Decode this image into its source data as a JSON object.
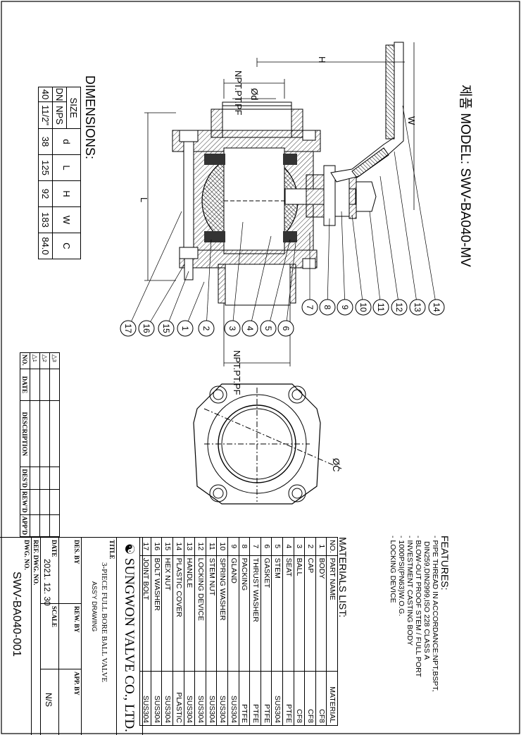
{
  "model": {
    "korean": "제품",
    "text": "MODEL: SWV-BA040-MV"
  },
  "dimensions": {
    "title": "DIMENSIONS:",
    "size_header": "SIZE",
    "headers": [
      "DN",
      "NPS",
      "d",
      "L",
      "H",
      "W",
      "C"
    ],
    "row": [
      "40",
      "11/2\"",
      "38",
      "125",
      "92",
      "183",
      "84.0"
    ]
  },
  "drawing_labels": {
    "npt_top": "NPT.PT.PF",
    "npt_bottom": "NPT.PT.PF",
    "phi_d": "Ød",
    "phi_c": "ØC",
    "H": "H",
    "W": "W",
    "L": "L"
  },
  "balloons": [
    "17",
    "16",
    "15",
    "1",
    "2",
    "3",
    "4",
    "5",
    "6",
    "7",
    "8",
    "9",
    "10",
    "11",
    "12",
    "13",
    "14"
  ],
  "features": {
    "title": "FEATURES:",
    "items": [
      "- PIPE THREAD IN ACCORDANCE:NPT,BSPT,",
      "DIN259,DIN2999,ISO 228 CLASS A",
      "- BLOW-OUT PROOF STEM / FULL PORT",
      "- INVESTMENT CASTING BODY",
      "- 1000PSI(PN63)W.O.G.",
      "- LOCKING DEVICE"
    ]
  },
  "materials": {
    "title": "MATERIALS LIST:",
    "headers": [
      "NO.",
      "PART NAME",
      "MATERIAL"
    ],
    "rows": [
      [
        "1",
        "BODY",
        "CF8"
      ],
      [
        "2",
        "CAP",
        "CF8"
      ],
      [
        "3",
        "BALL",
        "CF8"
      ],
      [
        "4",
        "SEAT",
        "PTFE"
      ],
      [
        "5",
        "STEM",
        "SUS304"
      ],
      [
        "6",
        "GASKET",
        "PTFE"
      ],
      [
        "7",
        "THRUST WASHER",
        "PTFE"
      ],
      [
        "8",
        "PACKING",
        "PTFE"
      ],
      [
        "9",
        "GLAND",
        "SUS304"
      ],
      [
        "10",
        "SPRING WASHER",
        "SUS304"
      ],
      [
        "11",
        "STEM NUT",
        "SUS304"
      ],
      [
        "12",
        "LOCKING DEVICE",
        "SUS304"
      ],
      [
        "13",
        "HANDLE",
        "SUS304"
      ],
      [
        "14",
        "PLASTIC COVER",
        "PLASTIC"
      ],
      [
        "15",
        "HEX NUT",
        "SUS304"
      ],
      [
        "16",
        "BOLT WASHER",
        "SUS304"
      ],
      [
        "17",
        "JOINT BOLT",
        "SUS304"
      ]
    ]
  },
  "title_block": {
    "company": "SUNGWON VALVE CO., LTD.",
    "title_label": "TITLE",
    "title_line1": "3-PIECE FULL BORE BALL VALVE",
    "title_line2": "ASS'Y DRAWING",
    "des_by": "DES. BY",
    "rew_by": "REW. BY",
    "app_by": "APP. BY",
    "date_label": "DATE",
    "date_value": "2021. 12. 30",
    "scale_label": "SCALE",
    "scale_value": "N/S",
    "ref_dwg": "REF. DWG. NO.",
    "dwg_no_label": "DWG. NO.",
    "dwg_no_value": "SWV-BA040-001"
  },
  "revision": {
    "headers": [
      "NO.",
      "DATE",
      "DESCRIPTION",
      "DES'D",
      "REW'D",
      "APP'D"
    ],
    "marks": [
      "1",
      "2",
      "3"
    ]
  }
}
